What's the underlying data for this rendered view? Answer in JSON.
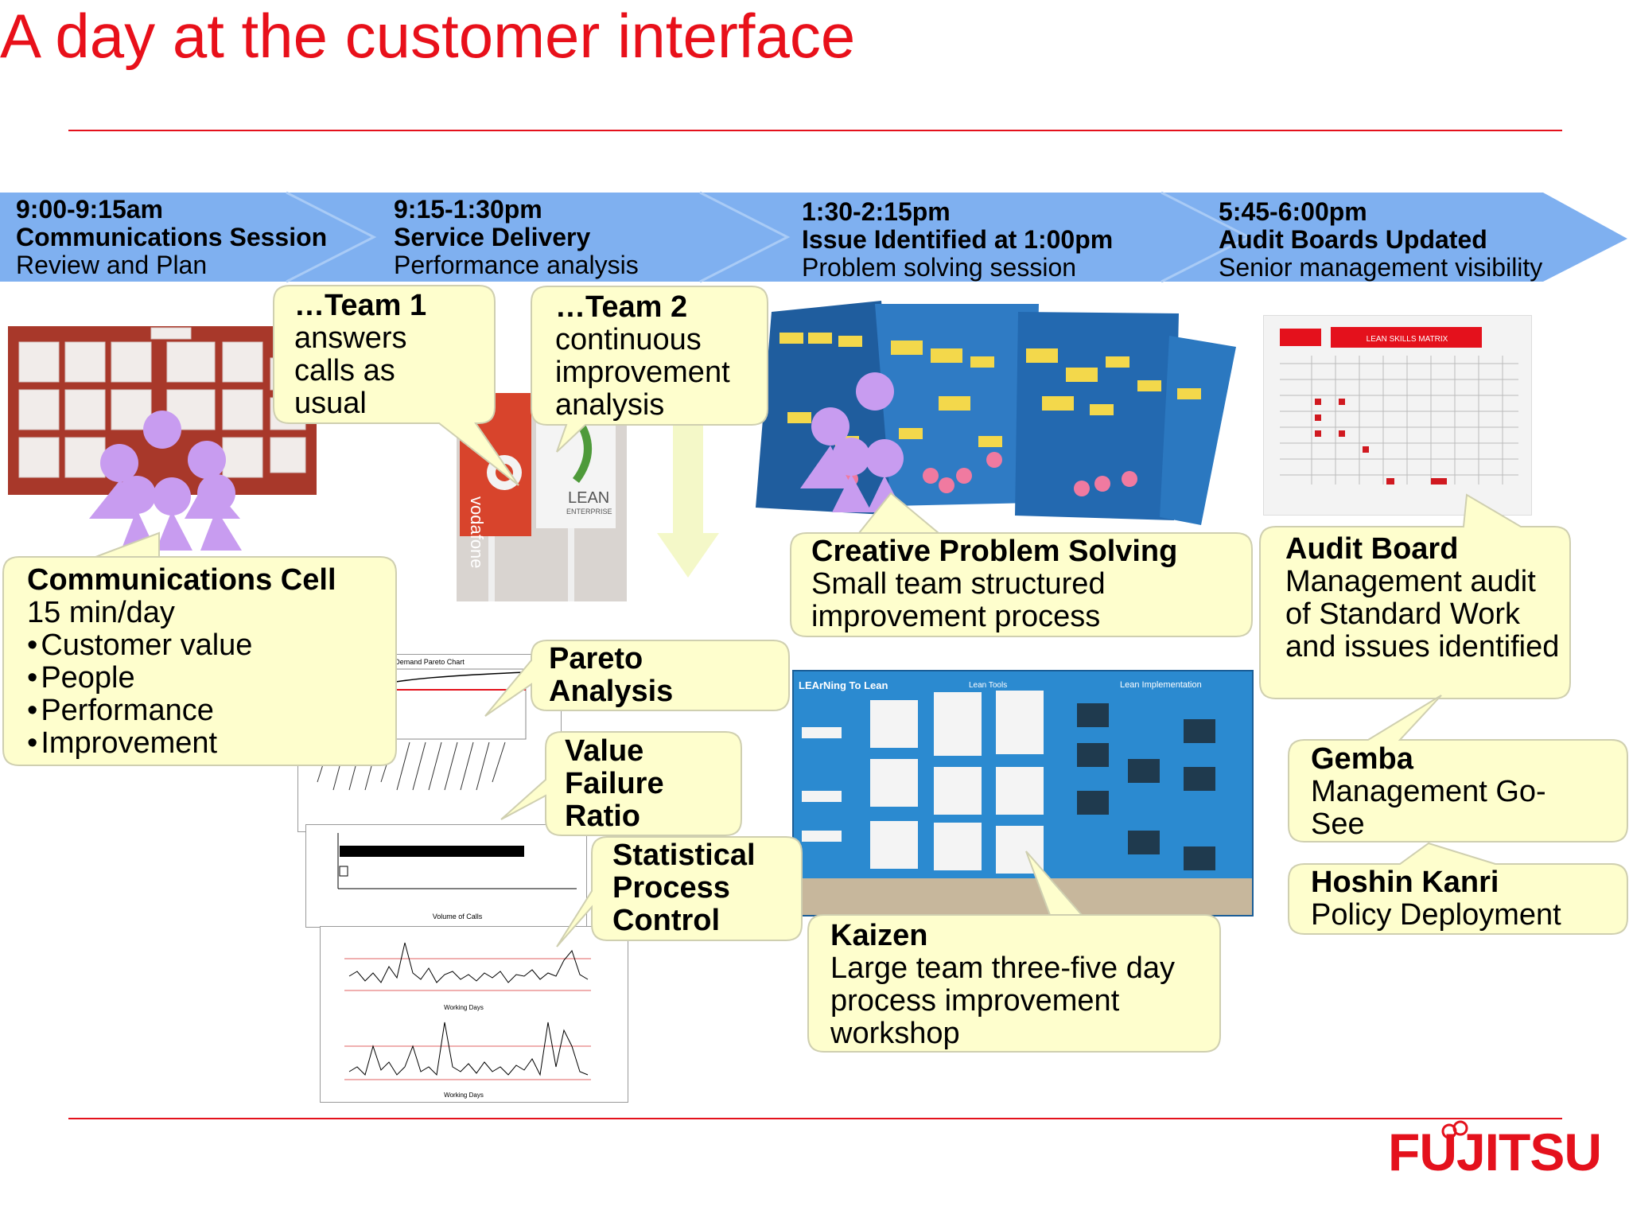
{
  "title": "A day at the customer interface",
  "timeline": [
    {
      "time": "9:00-9:15am",
      "name": "Communications Session",
      "desc": "Review and Plan"
    },
    {
      "time": "9:15-1:30pm",
      "name": "Service Delivery",
      "desc": "Performance analysis"
    },
    {
      "time": "1:30-2:15pm",
      "name": "Issue Identified at 1:00pm",
      "desc": "Problem solving session"
    },
    {
      "time": "5:45-6:00pm",
      "name": "Audit Boards Updated",
      "desc": "Senior management visibility"
    }
  ],
  "callouts": {
    "team1": {
      "title": "…Team 1",
      "lines": [
        "answers",
        "calls as",
        "usual"
      ]
    },
    "team2": {
      "title": "…Team 2",
      "lines": [
        "continuous",
        "improvement",
        "analysis"
      ]
    },
    "comm_cell": {
      "title": "Communications Cell",
      "sub": "15 min/day",
      "bullets": [
        "Customer value",
        "People",
        "Performance",
        "Improvement"
      ]
    },
    "creative": {
      "title": "Creative Problem Solving",
      "lines": [
        "Small team structured",
        "improvement process"
      ]
    },
    "audit": {
      "title": "Audit Board",
      "lines": [
        "Management audit",
        "of Standard Work",
        "and issues identified"
      ]
    },
    "pareto": {
      "lines": [
        "Pareto",
        "Analysis"
      ]
    },
    "vfr": {
      "lines": [
        "Value",
        "Failure",
        "Ratio"
      ]
    },
    "spc": {
      "lines": [
        "Statistical",
        "Process",
        "Control"
      ]
    },
    "kaizen": {
      "title": "Kaizen",
      "lines": [
        "Large team three-five day",
        "process improvement",
        "workshop"
      ]
    },
    "gemba": {
      "title": "Gemba",
      "lines": [
        "Management Go-",
        "See"
      ]
    },
    "hoshin": {
      "title": "Hoshin Kanri",
      "lines": [
        "Policy Deployment"
      ]
    }
  },
  "photo_labels": {
    "pareto_chart_title": "Demand Pareto Chart",
    "vfr_axis": "Volume of Calls",
    "spc_axis": "Working Days",
    "lean_matrix": "LEAN SKILLS MATRIX",
    "lean_board_left": "LEArNing To Lean",
    "lean_board_mid": "Lean Tools",
    "lean_board_right": "Lean Implementation",
    "vodafone_sign": "vodafone",
    "lean_sign": "LEAN",
    "lean_sign_sub": "ENTERPRISE"
  },
  "logo": "FUJITSU",
  "colors": {
    "accent_red": "#e4111c",
    "timeline_blue": "#7fb0f0",
    "callout_fill": "#fefecd",
    "people_purple": "#c89cf0"
  }
}
